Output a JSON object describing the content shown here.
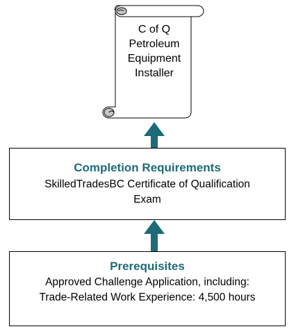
{
  "credential": {
    "lines": [
      "C of Q",
      "Petroleum",
      "Equipment",
      "Installer"
    ]
  },
  "completion": {
    "title": "Completion Requirements",
    "lines": [
      "SkilledTradesBC Certificate of Qualification",
      "Exam"
    ]
  },
  "prerequisites": {
    "title": "Prerequisites",
    "lines": [
      "Approved Challenge Application, including:",
      "Trade-Related Work Experience: 4,500 hours"
    ]
  },
  "colors": {
    "accent": "#1e6a77",
    "arrow": "#1e6a77",
    "border": "#000000"
  }
}
